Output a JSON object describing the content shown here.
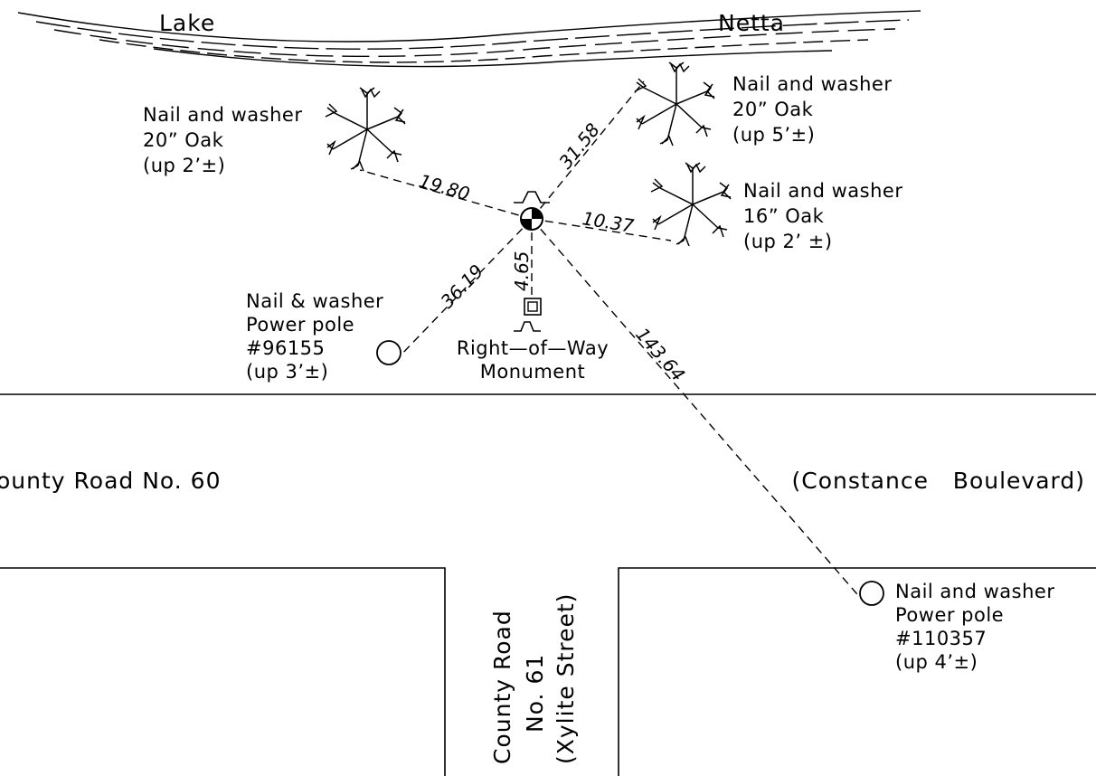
{
  "lake": {
    "word1": "Lake",
    "word2": "Netta"
  },
  "benchmark": {
    "label_line1": "Right—of—Way",
    "label_line2": "Monument"
  },
  "references": {
    "oak_left": {
      "line1": "Nail and washer",
      "line2": "20” Oak",
      "line3": "(up 2’±)",
      "distance": "19.80"
    },
    "oak_top": {
      "line1": "Nail and washer",
      "line2": "20” Oak",
      "line3": "(up 5’±)",
      "distance": "31.58"
    },
    "oak_right": {
      "line1": "Nail and washer",
      "line2": "16” Oak",
      "line3": "(up 2’ ±)",
      "distance": "10.37"
    },
    "pole_left": {
      "line1": "Nail & washer",
      "line2": "Power pole",
      "line3": "#96155",
      "line4": "(up 3’±)",
      "distance": "36.19"
    },
    "row_monument": {
      "distance": "4.65"
    },
    "pole_right": {
      "line1": "Nail and washer",
      "line2": "Power pole",
      "line3": "#110357",
      "line4": "(up 4’±)",
      "distance": "143.64"
    }
  },
  "roads": {
    "main_left": "ounty Road No. 60",
    "main_right": "(Constance   Boulevard)",
    "side_line1": "County Road",
    "side_line2": "No. 61",
    "side_line3": "(Xylite Street)"
  }
}
